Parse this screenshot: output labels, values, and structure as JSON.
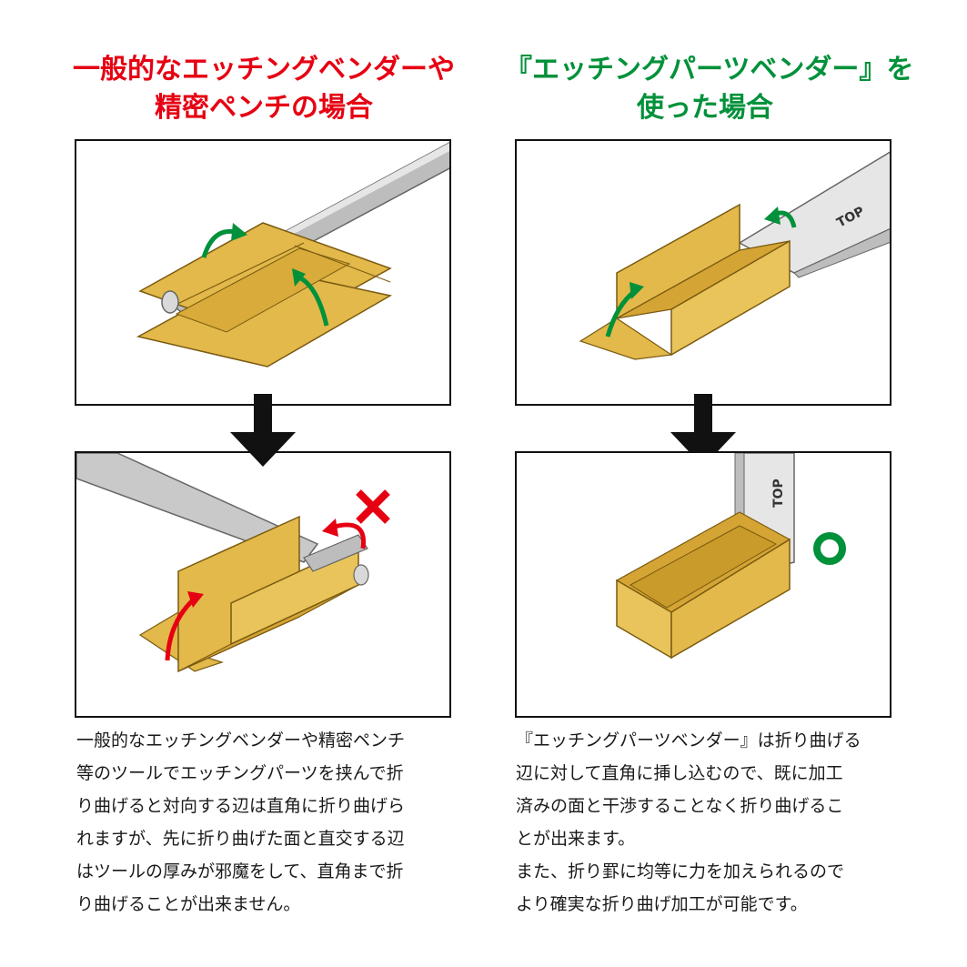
{
  "left": {
    "title_lines": [
      "一般的なエッチングベンダーや",
      "精密ペンチの場合"
    ],
    "description_lines": [
      "一般的なエッチングベンダーや精密ペンチ",
      "等のツールでエッチングパーツを挟んで折",
      "り曲げると対向する辺は直角に折り曲げら",
      "れますが、先に折り曲げた面と直交する辺",
      "はツールの厚みが邪魔をして、直角まで折",
      "り曲げることが出来ません。"
    ],
    "result_mark": "✕"
  },
  "right": {
    "title_lines": [
      "『エッチングパーツベンダー』を",
      "使った場合"
    ],
    "description_lines": [
      "『エッチングパーツベンダー』は折り曲げる",
      "辺に対して直角に挿し込むので、既に加工",
      "済みの面と干渉することなく折り曲げるこ",
      "とが出来ます。",
      "また、折り罫に均等に力を加えられるので",
      "より確実な折り曲げ加工が可能です。"
    ],
    "tool_label": "TOP",
    "result_mark": "○"
  },
  "colors": {
    "ng_red": "#e60012",
    "ok_green": "#00913a",
    "part_gold": "#e2b94a",
    "part_gold_dark": "#c99b2a",
    "tool_silver": "#c9c9c9"
  }
}
